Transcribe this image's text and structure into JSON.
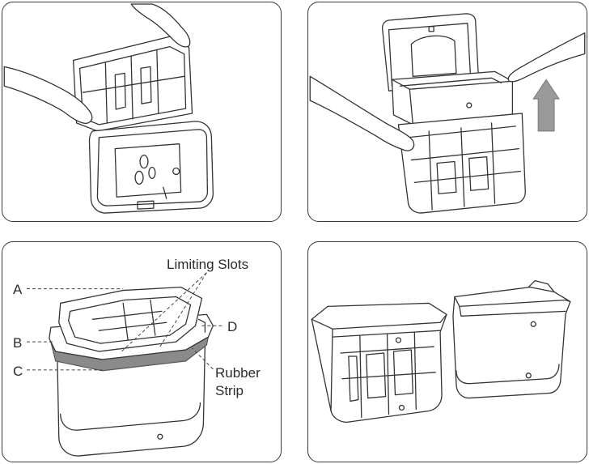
{
  "labels": {
    "a": "A",
    "b": "B",
    "c": "C",
    "d": "D",
    "limiting_slots": "Limiting Slots",
    "rubber_strip_line1": "Rubber",
    "rubber_strip_line2": "Strip"
  },
  "colors": {
    "outline": "#333333",
    "rubber_strip": "#8a8a8a",
    "arrow": "#9a9a9a",
    "background": "#ffffff"
  },
  "icons": [
    "hand-icon",
    "up-arrow-icon"
  ]
}
